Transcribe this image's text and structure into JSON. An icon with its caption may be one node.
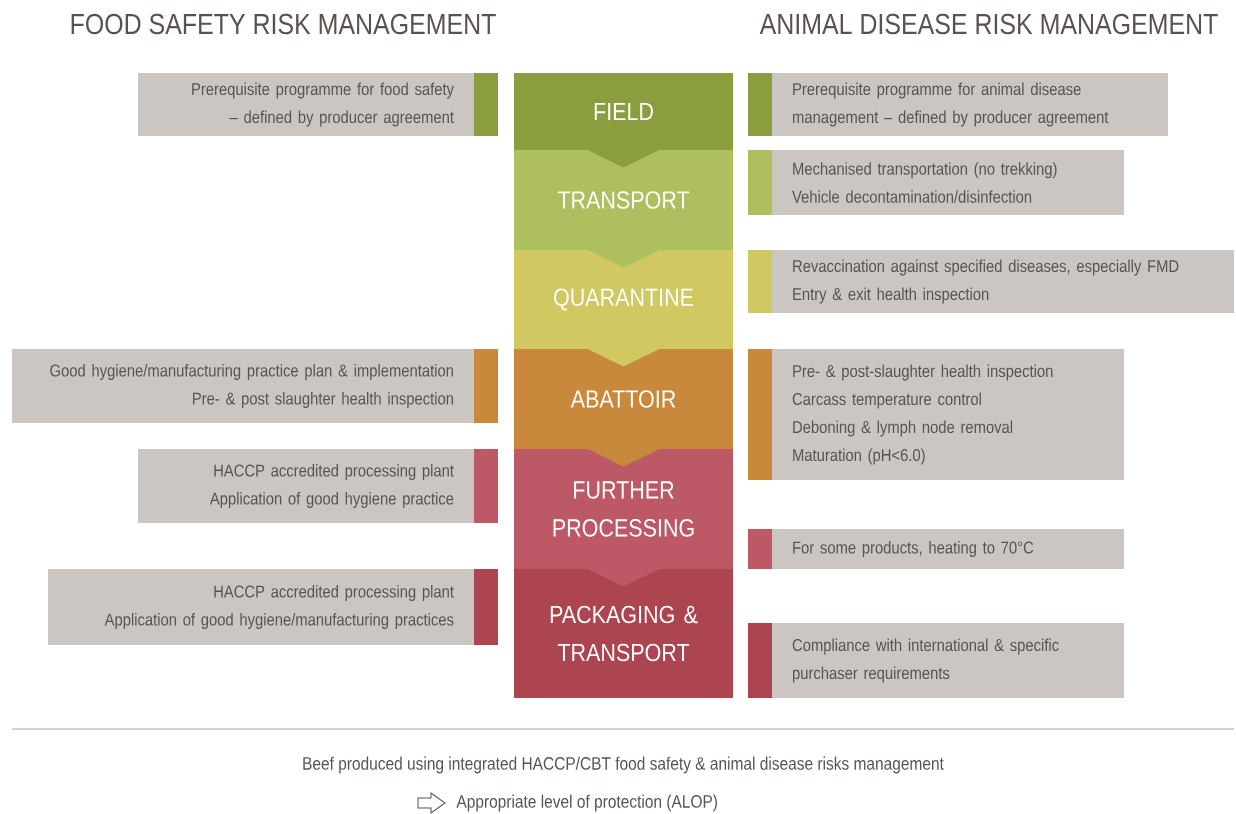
{
  "diagram": {
    "nodes": [
      {
        "text": [
          "FIELD"
        ]
      },
      {
        "text": [
          "TRANSPORT"
        ]
      },
      {
        "text": [
          "QUARANTINE"
        ]
      },
      {
        "text": [
          "ABATTOIR"
        ]
      },
      {
        "text": [
          "FURTHER PROCESSING"
        ]
      },
      {
        "text": [
          "PACKAGING & TRANSPORT"
        ]
      },
      {
        "text": [
          "Prerequisite programme for food safety – defined by producer agreement"
        ]
      },
      {
        "text": [
          "Good hygiene/manufacturing practice plan & implementation",
          "Pre- & post slaughter health inspection"
        ]
      },
      {
        "text": [
          "HACCP accredited processing plant",
          "Application of good hygiene practice"
        ]
      },
      {
        "text": [
          "HACCP accredited processing plant",
          "Application of good hygiene/manufacturing practices"
        ]
      },
      {
        "text": [
          "Prerequisite programme for animal disease management – defined by producer agreement"
        ]
      },
      {
        "text": [
          "Mechanised transportation (no trekking)",
          "Vehicle decontamination/disinfection"
        ]
      },
      {
        "text": [
          "Revaccination against specified diseases, especially FMD",
          "Entry & exit health inspection"
        ]
      },
      {
        "text": [
          "Pre- & post-slaughter health inspection",
          "Carcass temperature control",
          "Deboning & lymph node removal",
          "Maturation (pH<6.0)"
        ]
      },
      {
        "text": [
          "For some products, heating to 70°C"
        ]
      },
      {
        "text": [
          "Compliance with international & specific purchaser requirements"
        ]
      }
    ],
    "edges": [
      {
        "from": 0,
        "to": 1,
        "arrow": "to"
      },
      {
        "from": 1,
        "to": 2,
        "arrow": "to"
      },
      {
        "from": 2,
        "to": 3,
        "arrow": "to"
      },
      {
        "from": 3,
        "to": 4,
        "arrow": "to"
      },
      {
        "from": 4,
        "to": 5,
        "arrow": "to"
      }
    ],
    "labels": [
      "FOOD SAFETY RISK MANAGEMENT",
      "ANIMAL DISEASE RISK MANAGEMENT",
      "Beef produced using integrated HACCP/CBT food safety & animal disease risks management",
      "Appropriate level of protection (ALOP)"
    ]
  }
}
